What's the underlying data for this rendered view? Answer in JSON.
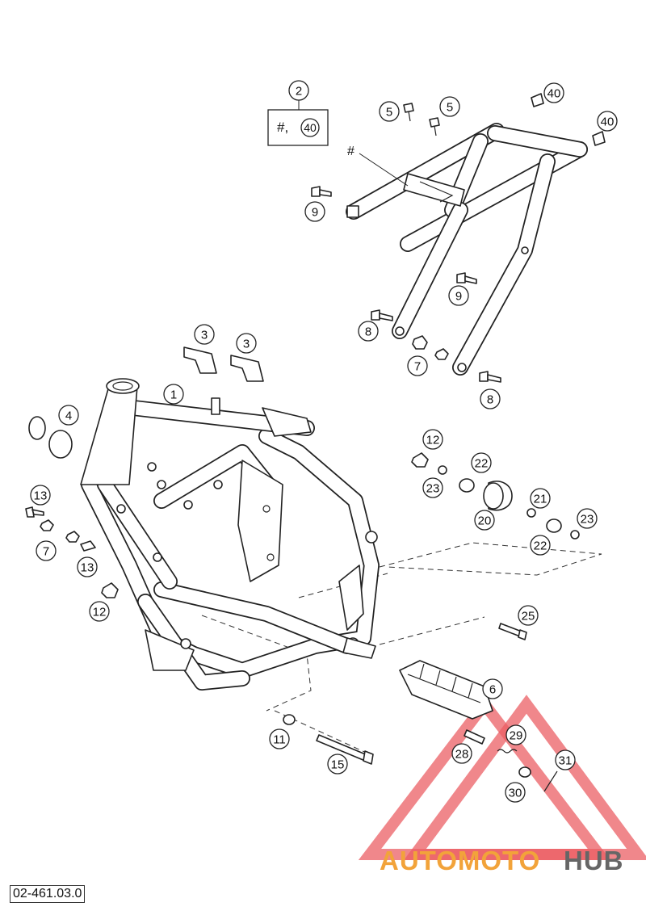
{
  "doc_number": "02-461.03.0",
  "watermark": {
    "text_part_1": "AUTOMOTO",
    "text_part_2": "HUB",
    "color_red": "#e8434a",
    "color_orange": "#f2a33a",
    "color_gray": "#666666"
  },
  "subassembly_box": {
    "hash": "#,",
    "callout": "40"
  },
  "subframe_label": "#",
  "callouts": [
    {
      "id": "c2",
      "label": "2"
    },
    {
      "id": "c40a",
      "label": "40"
    },
    {
      "id": "c40b",
      "label": "40"
    },
    {
      "id": "c5a",
      "label": "5"
    },
    {
      "id": "c5b",
      "label": "5"
    },
    {
      "id": "c9a",
      "label": "9"
    },
    {
      "id": "c9b",
      "label": "9"
    },
    {
      "id": "c8a",
      "label": "8"
    },
    {
      "id": "c8b",
      "label": "8"
    },
    {
      "id": "c7a",
      "label": "7"
    },
    {
      "id": "c7b",
      "label": "7"
    },
    {
      "id": "c3a",
      "label": "3"
    },
    {
      "id": "c3b",
      "label": "3"
    },
    {
      "id": "c1",
      "label": "1"
    },
    {
      "id": "c4",
      "label": "4"
    },
    {
      "id": "c13a",
      "label": "13"
    },
    {
      "id": "c13b",
      "label": "13"
    },
    {
      "id": "c12a",
      "label": "12"
    },
    {
      "id": "c12b",
      "label": "12"
    },
    {
      "id": "c22a",
      "label": "22"
    },
    {
      "id": "c22b",
      "label": "22"
    },
    {
      "id": "c23a",
      "label": "23"
    },
    {
      "id": "c23b",
      "label": "23"
    },
    {
      "id": "c21",
      "label": "21"
    },
    {
      "id": "c20",
      "label": "20"
    },
    {
      "id": "c25",
      "label": "25"
    },
    {
      "id": "c6",
      "label": "6"
    },
    {
      "id": "c11",
      "label": "11"
    },
    {
      "id": "c15",
      "label": "15"
    },
    {
      "id": "c28",
      "label": "28"
    },
    {
      "id": "c29",
      "label": "29"
    },
    {
      "id": "c30",
      "label": "30"
    },
    {
      "id": "c31",
      "label": "31"
    }
  ]
}
